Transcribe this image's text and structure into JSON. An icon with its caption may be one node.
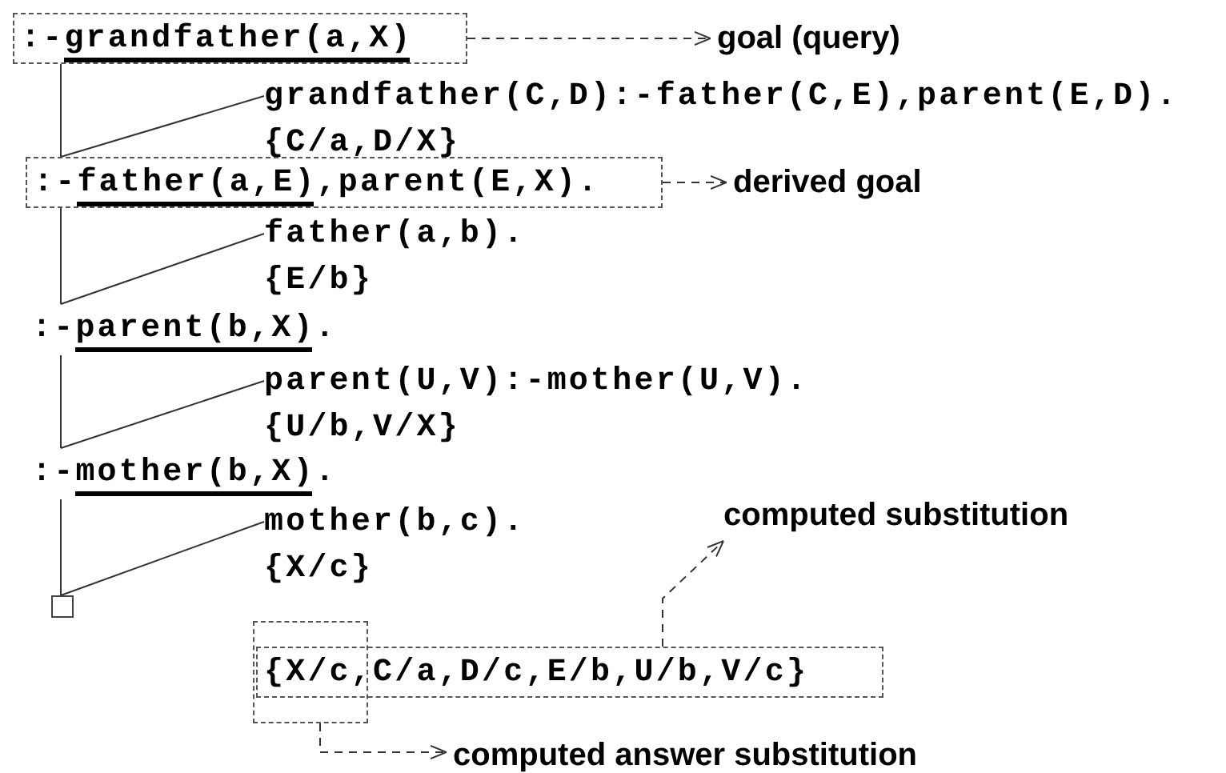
{
  "diagram": {
    "nodes": [
      {
        "text": [
          ":-grandfather(a,X)"
        ]
      },
      {
        "text": [
          "goal (query)"
        ]
      },
      {
        "text": [
          "grandfather(C,D):-father(C,E),parent(E,D).",
          "{C/a,D/X}"
        ]
      },
      {
        "text": [
          ":-father(a,E),parent(E,X)."
        ]
      },
      {
        "text": [
          "derived goal"
        ]
      },
      {
        "text": [
          "father(a,b).",
          "{E/b}"
        ]
      },
      {
        "text": [
          ":-parent(b,X)."
        ]
      },
      {
        "text": [
          "parent(U,V):-mother(U,V).",
          "{U/b,V/X}"
        ]
      },
      {
        "text": [
          ":-mother(b,X)."
        ]
      },
      {
        "text": [
          "mother(b,c).",
          "{X/c}"
        ]
      },
      {
        "text": [],
        "shape": "box"
      },
      {
        "text": [
          "computed substitution"
        ]
      },
      {
        "text": [
          "{X/c,C/a,D/c,E/b,U/b,V/c}"
        ]
      },
      {
        "text": [],
        "shape": "box"
      },
      {
        "text": [
          "computed answer substitution"
        ]
      }
    ],
    "edges": [
      {
        "from": 0,
        "to": 1,
        "arrow": "to",
        "style": "dashed"
      },
      {
        "from": 0,
        "to": 3,
        "arrow": "none"
      },
      {
        "from": 2,
        "to": 3,
        "arrow": "none"
      },
      {
        "from": 3,
        "to": 4,
        "arrow": "to",
        "style": "dashed"
      },
      {
        "from": 3,
        "to": 6,
        "arrow": "none"
      },
      {
        "from": 5,
        "to": 6,
        "arrow": "none"
      },
      {
        "from": 6,
        "to": 8,
        "arrow": "none"
      },
      {
        "from": 7,
        "to": 8,
        "arrow": "none"
      },
      {
        "from": 8,
        "to": 10,
        "arrow": "none"
      },
      {
        "from": 9,
        "to": 10,
        "arrow": "none"
      },
      {
        "from": 12,
        "to": 11,
        "arrow": "to",
        "style": "dashed"
      },
      {
        "from": 13,
        "to": 14,
        "arrow": "to",
        "style": "dashed"
      }
    ]
  }
}
